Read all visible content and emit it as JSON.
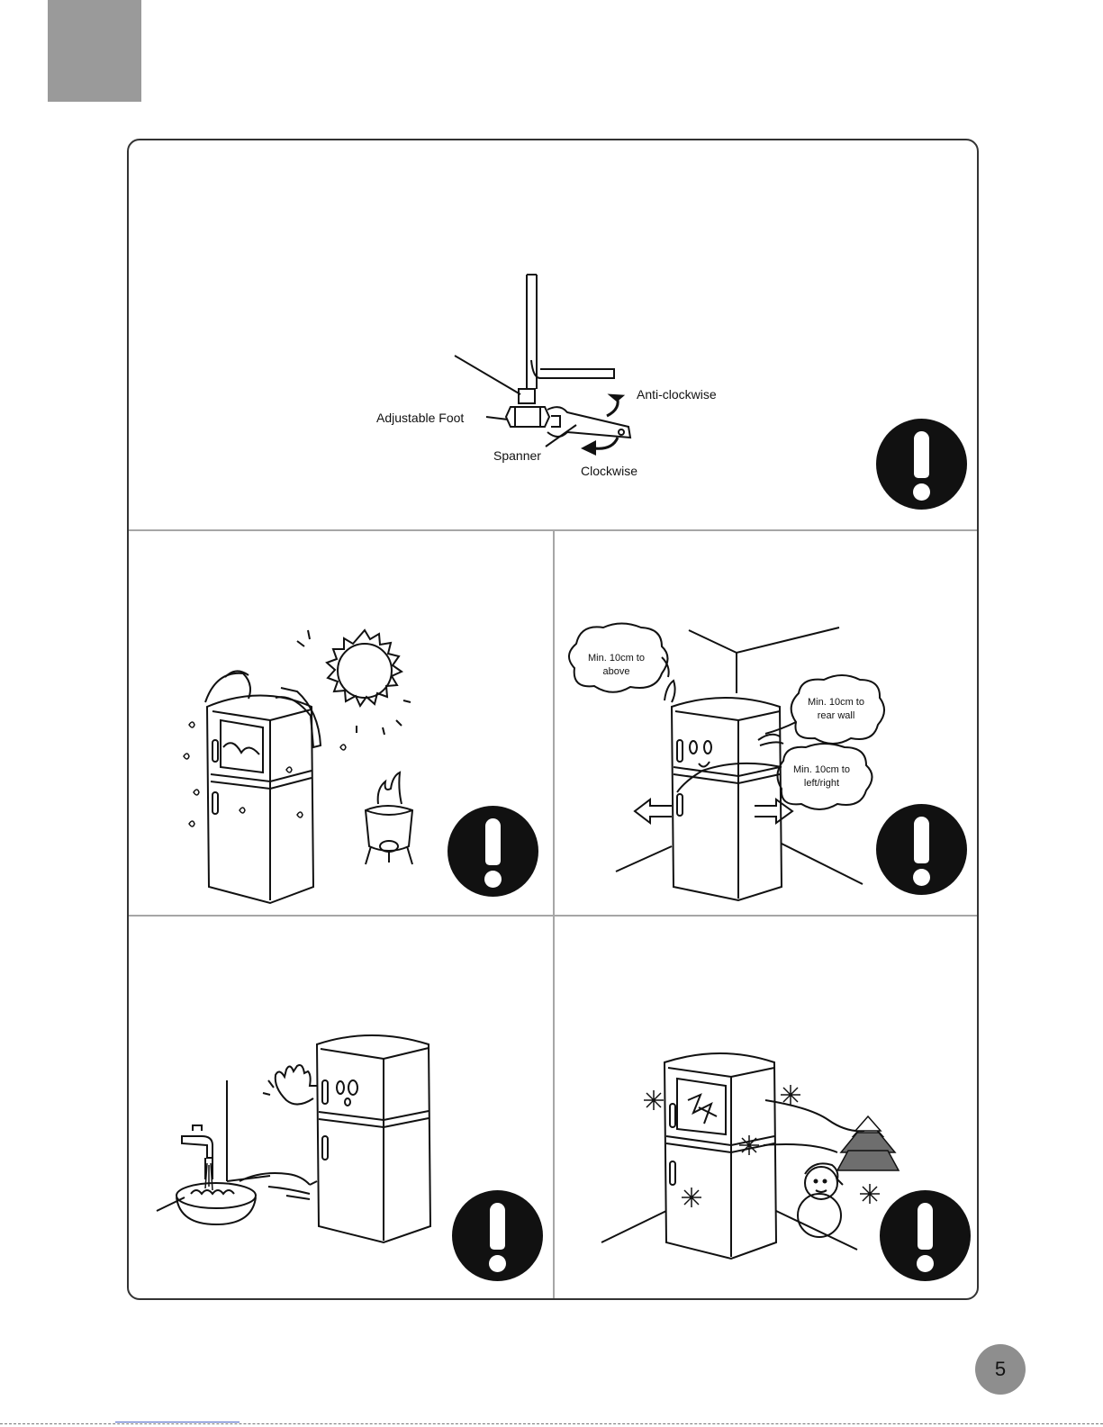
{
  "labels": {
    "adjustable_foot": "Adjustable Foot",
    "spanner": "Spanner",
    "anti_clockwise": "Anti-clockwise",
    "clockwise": "Clockwise"
  },
  "clearance": {
    "above": "Min. 10cm to above",
    "rear": "Min. 10cm to rear wall",
    "sides": "Min. 10cm to left/right"
  },
  "page_number": "5",
  "icons": {
    "warning": "exclamation-icon",
    "sun": "sun-icon",
    "heater": "heater-icon",
    "tap": "water-tap-icon",
    "snowflake": "snowflake-icon",
    "tree": "snowy-tree-icon",
    "snowman": "snowman-icon"
  }
}
